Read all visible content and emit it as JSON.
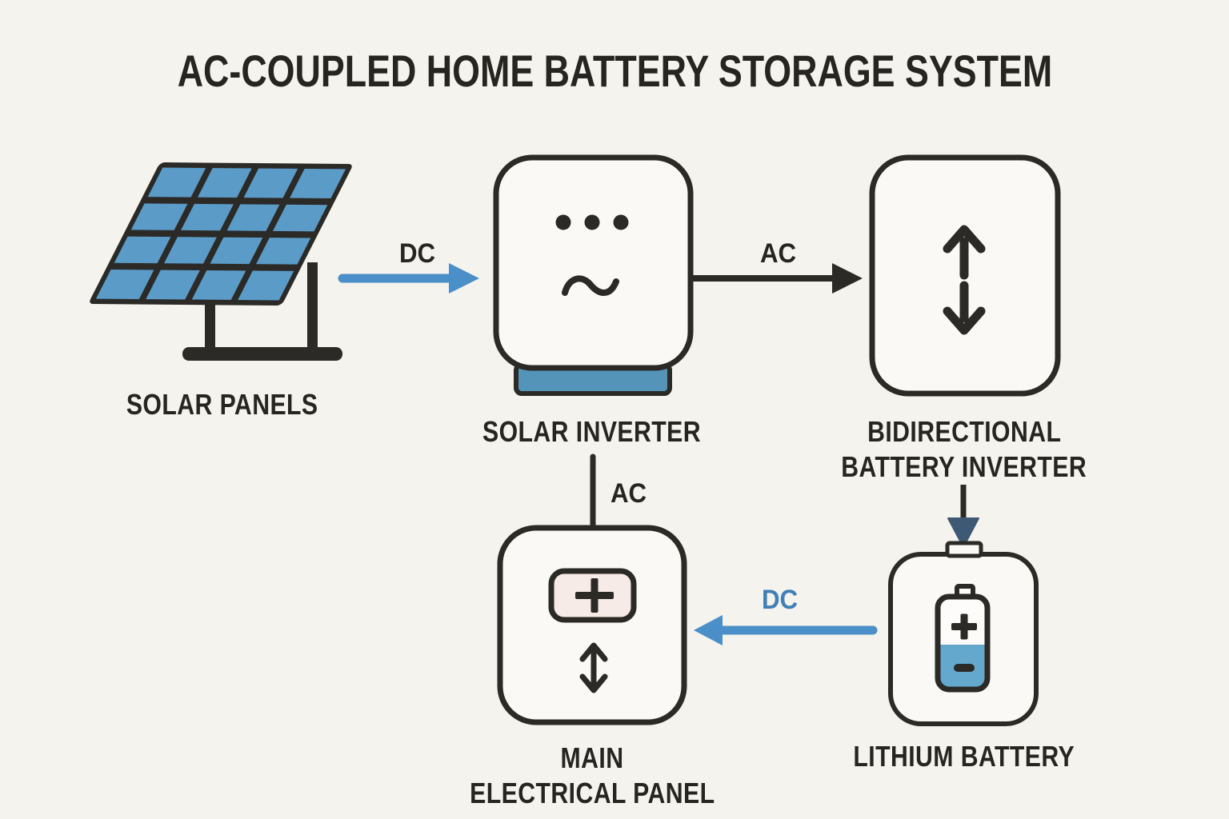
{
  "title": "AC-COUPLED HOME BATTERY STORAGE SYSTEM",
  "nodes": {
    "solar_panels": {
      "label": "SOLAR PANELS",
      "icon": "solar-panel-icon"
    },
    "solar_inverter": {
      "label": "SOLAR INVERTER",
      "icon": "inverter-wave-icon"
    },
    "bidirectional_inverter": {
      "label_line1": "BIDIRECTIONAL",
      "label_line2": "BATTERY INVERTER",
      "icon": "up-down-arrows-icon"
    },
    "main_electrical_panel": {
      "label_line1": "MAIN",
      "label_line2": "ELECTRICAL PANEL",
      "icon": "breaker-panel-icon"
    },
    "lithium_battery": {
      "label": "LITHIUM BATTERY",
      "icon": "battery-icon"
    }
  },
  "flows": [
    {
      "id": "solar-to-inverter",
      "label": "DC",
      "direction": "right",
      "color": "#4a8fc7"
    },
    {
      "id": "inverter-to-bidirectional",
      "label": "AC",
      "direction": "right",
      "color": "#2b2a27"
    },
    {
      "id": "inverter-to-main-panel",
      "label": "AC",
      "direction": "down",
      "color": "#2b2a27"
    },
    {
      "id": "bidirectional-to-battery",
      "label": "",
      "direction": "down",
      "color": "#3d5974"
    },
    {
      "id": "battery-to-main-panel",
      "label": "DC",
      "direction": "left",
      "color": "#4a8fc7"
    }
  ],
  "icon_symbols": {
    "battery_positive": "+",
    "battery_negative": "-",
    "breaker_plus": "+"
  },
  "colors": {
    "background": "#f5f3ee",
    "ink": "#2b2a27",
    "arrow_blue": "#4a8fc7",
    "panel_cell_blue": "#5b9bc8",
    "inverter_base_blue": "#5494b8",
    "battery_fill_blue": "#64a8ce",
    "slate_arrowhead": "#3d5974",
    "breaker_plus_bg": "#f6ebe6",
    "box_fill": "#fbf9f5",
    "dc_label_blue": "#4080b5"
  }
}
